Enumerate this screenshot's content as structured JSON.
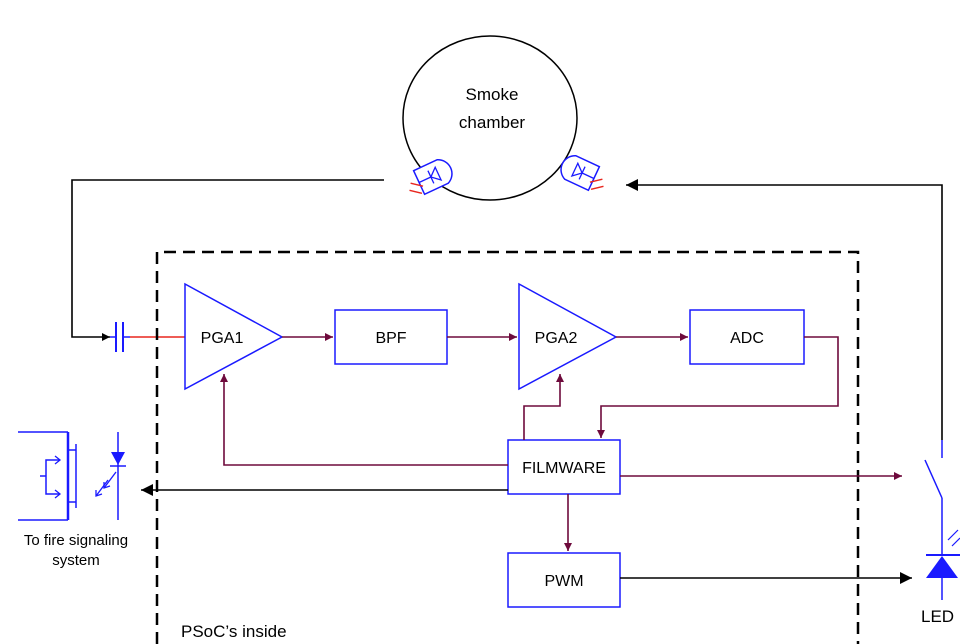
{
  "diagram": {
    "chamber_label_1": "Smoke",
    "chamber_label_2": "chamber",
    "blocks": {
      "pga1": "PGA1",
      "bpf": "BPF",
      "pga2": "PGA2",
      "adc": "ADC",
      "firmware": "FILMWARE",
      "pwm": "PWM"
    },
    "psoc_label": "PSoC’s inside",
    "fire_label_1": "To fire signaling",
    "fire_label_2": "system",
    "led_label": "LED"
  },
  "colors": {
    "block_stroke": "#1a1aff",
    "signal_line": "#6e0a3c",
    "black_line": "#000000",
    "accent_red": "#e8261e"
  }
}
